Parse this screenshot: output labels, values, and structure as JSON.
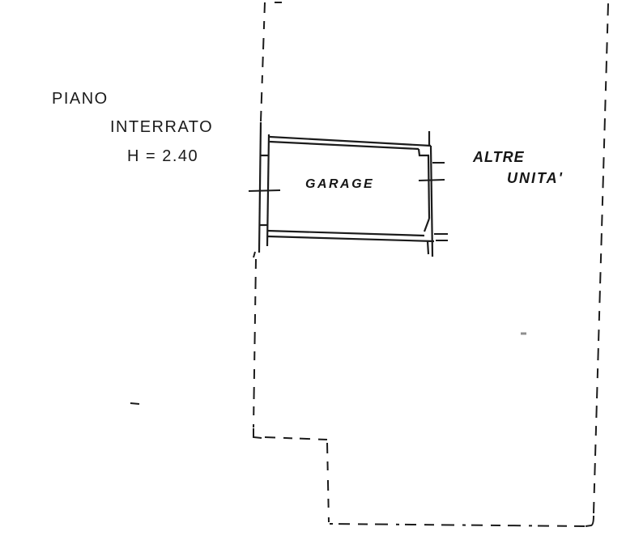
{
  "colors": {
    "ink": "#1b1b1b",
    "background": "#ffffff",
    "faint_mark": "#8f8f8f"
  },
  "labels": {
    "floor_line1": "PIANO",
    "floor_line2": "INTERRATO",
    "floor_height": "H = 2.40",
    "room": "GARAGE",
    "adjacent_line1": "ALTRE",
    "adjacent_line2": "UNITA'"
  }
}
